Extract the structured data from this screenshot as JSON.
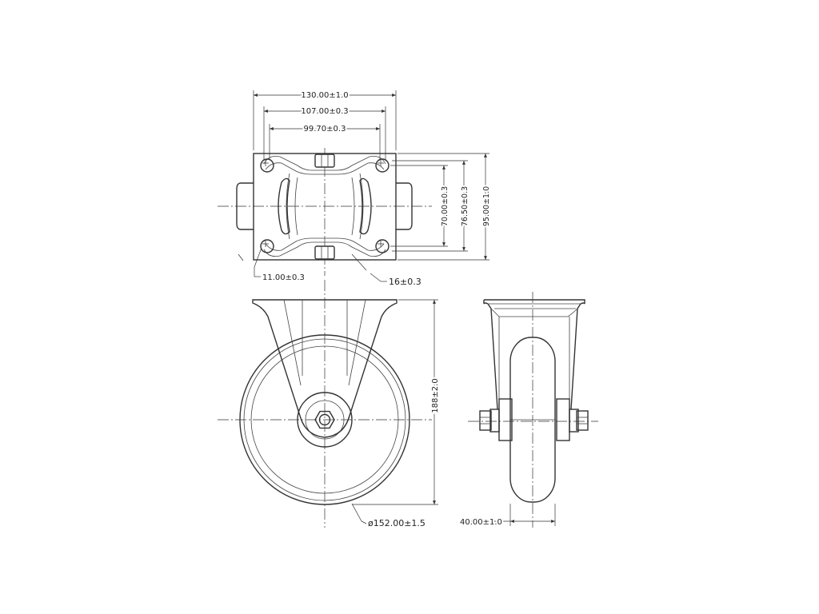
{
  "dimensions": {
    "overall_width": "130.00±1.0",
    "hole_width_outer": "107.00±0.3",
    "hole_width_inner": "99.70±0.3",
    "hole_height_inner": "70.00±0.3",
    "hole_height_outer": "76.50±0.3",
    "overall_depth": "95.00±1.0",
    "hole_diameter": "11.00±0.3",
    "slot_size": "16±0.3",
    "total_height": "188±2.0",
    "wheel_diameter": "ø152.00±1.5",
    "wheel_width": "40.00±1.0"
  },
  "colors": {
    "line": "#333333",
    "background": "#ffffff"
  }
}
